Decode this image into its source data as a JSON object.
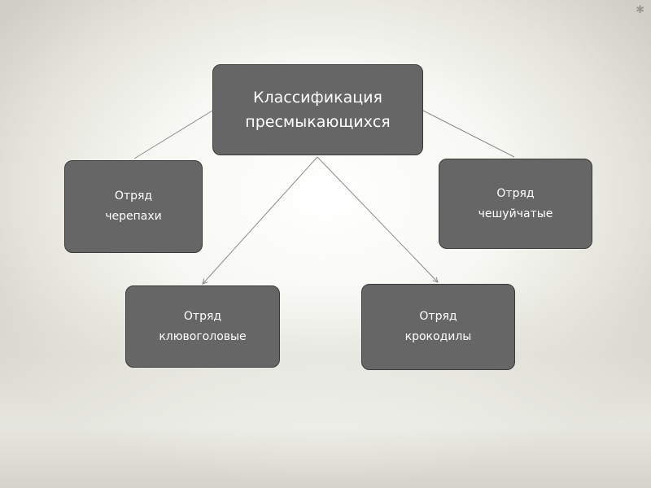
{
  "diagram": {
    "root": {
      "line1": "Классификация",
      "line2": "пресмыкающихся"
    },
    "children": [
      {
        "line1": "Отряд",
        "line2": "черепахи"
      },
      {
        "line1": "Отряд",
        "line2": "чешуйчатые"
      },
      {
        "line1": "Отряд",
        "line2": "клювоголовые"
      },
      {
        "line1": "Отряд",
        "line2": "крокодилы"
      }
    ],
    "colors": {
      "node_fill": "#666666",
      "node_border": "#3a3a3a",
      "node_text": "#ffffff",
      "connector": "#8c8c8c"
    }
  },
  "decor": {
    "corner_icon": "asterisk-icon"
  }
}
